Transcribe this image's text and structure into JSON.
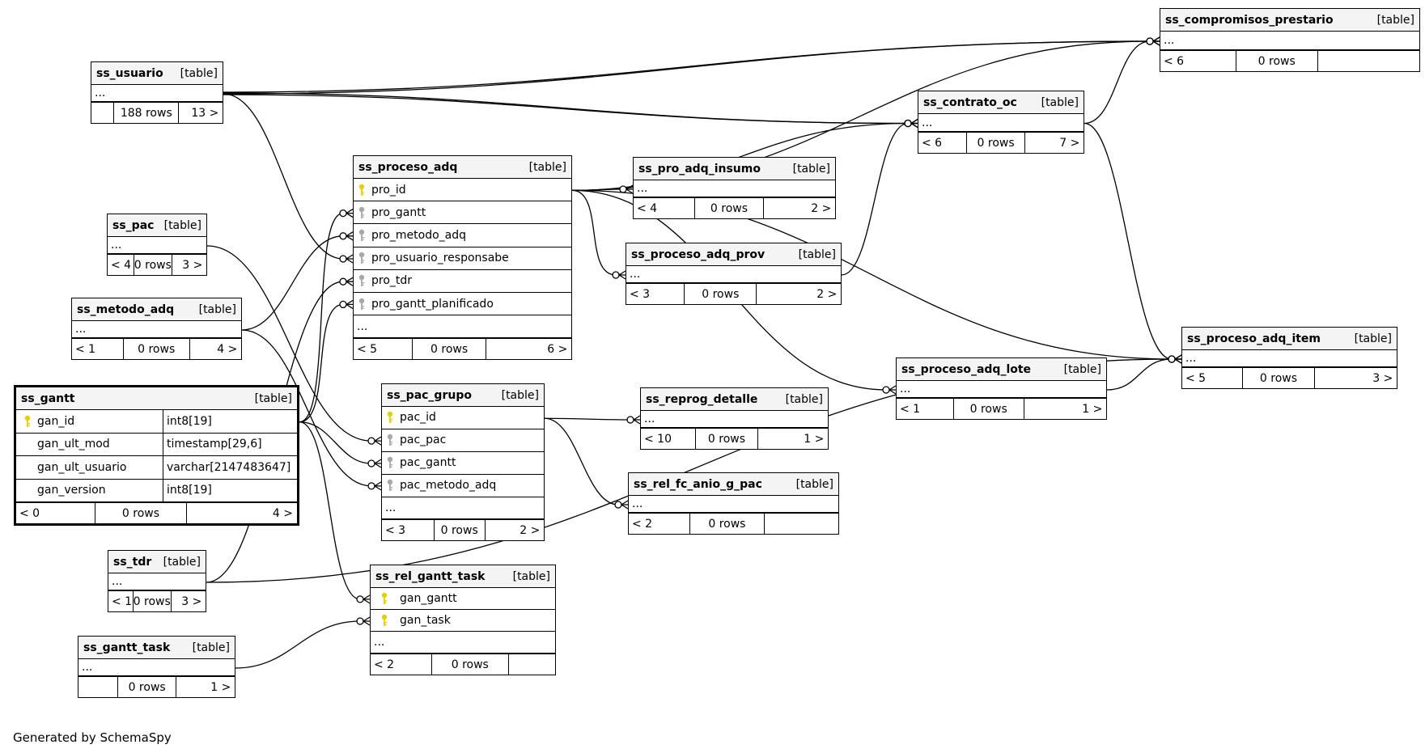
{
  "footer": "Generated by SchemaSpy",
  "table_tag": "[table]",
  "tables": [
    {
      "name": "ss_compromisos_prestario",
      "rows": [
        {
          "text": "..."
        }
      ],
      "footer": [
        "< 6",
        "0 rows",
        ""
      ]
    },
    {
      "name": "ss_usuario",
      "rows": [
        {
          "text": "..."
        }
      ],
      "footer": [
        "",
        "188 rows",
        "13 >"
      ]
    },
    {
      "name": "ss_contrato_oc",
      "rows": [
        {
          "text": "..."
        }
      ],
      "footer": [
        "< 6",
        "0 rows",
        "7 >"
      ]
    },
    {
      "name": "ss_proceso_adq",
      "rows": [
        {
          "text": "pro_id",
          "key": "primary"
        },
        {
          "text": "pro_gantt",
          "key": "foreign"
        },
        {
          "text": "pro_metodo_adq",
          "key": "foreign"
        },
        {
          "text": "pro_usuario_responsabe",
          "key": "foreign"
        },
        {
          "text": "pro_tdr",
          "key": "foreign"
        },
        {
          "text": "pro_gantt_planificado",
          "key": "foreign"
        },
        {
          "text": "..."
        }
      ],
      "footer": [
        "< 5",
        "0 rows",
        "6 >"
      ]
    },
    {
      "name": "ss_pro_adq_insumo",
      "rows": [
        {
          "text": "..."
        }
      ],
      "footer": [
        "< 4",
        "0 rows",
        "2 >"
      ]
    },
    {
      "name": "ss_pac",
      "rows": [
        {
          "text": "..."
        }
      ],
      "footer": [
        "< 4",
        "0 rows",
        "3 >"
      ]
    },
    {
      "name": "ss_proceso_adq_prov",
      "rows": [
        {
          "text": "..."
        }
      ],
      "footer": [
        "< 3",
        "0 rows",
        "2 >"
      ]
    },
    {
      "name": "ss_metodo_adq",
      "rows": [
        {
          "text": "..."
        }
      ],
      "footer": [
        "< 1",
        "0 rows",
        "4 >"
      ]
    },
    {
      "name": "ss_proceso_adq_item",
      "rows": [
        {
          "text": "..."
        }
      ],
      "footer": [
        "< 5",
        "0 rows",
        "3 >"
      ]
    },
    {
      "name": "ss_proceso_adq_lote",
      "rows": [
        {
          "text": "..."
        }
      ],
      "footer": [
        "< 1",
        "0 rows",
        "1 >"
      ]
    },
    {
      "name": "ss_gantt",
      "focus": true,
      "rows": [
        {
          "text": "gan_id",
          "type": "int8[19]",
          "key": "primary"
        },
        {
          "text": "gan_ult_mod",
          "type": "timestamp[29,6]"
        },
        {
          "text": "gan_ult_usuario",
          "type": "varchar[2147483647]"
        },
        {
          "text": "gan_version",
          "type": "int8[19]"
        }
      ],
      "footer": [
        "< 0",
        "0 rows",
        "4 >"
      ]
    },
    {
      "name": "ss_pac_grupo",
      "rows": [
        {
          "text": "pac_id",
          "key": "primary"
        },
        {
          "text": "pac_pac",
          "key": "foreign"
        },
        {
          "text": "pac_gantt",
          "key": "foreign"
        },
        {
          "text": "pac_metodo_adq",
          "key": "foreign"
        },
        {
          "text": "..."
        }
      ],
      "footer": [
        "< 3",
        "0 rows",
        "2 >"
      ]
    },
    {
      "name": "ss_reprog_detalle",
      "rows": [
        {
          "text": "..."
        }
      ],
      "footer": [
        "< 10",
        "0 rows",
        "1 >"
      ]
    },
    {
      "name": "ss_rel_fc_anio_g_pac",
      "rows": [
        {
          "text": "..."
        }
      ],
      "footer": [
        "< 2",
        "0 rows",
        ""
      ]
    },
    {
      "name": "ss_tdr",
      "rows": [
        {
          "text": "..."
        }
      ],
      "footer": [
        "< 1",
        "0 rows",
        "3 >"
      ]
    },
    {
      "name": "ss_rel_gantt_task",
      "rows": [
        {
          "text": "gan_gantt",
          "key": "primary"
        },
        {
          "text": "gan_task",
          "key": "primary"
        },
        {
          "text": "..."
        }
      ],
      "footer": [
        "< 2",
        "0 rows",
        ""
      ]
    },
    {
      "name": "ss_gantt_task",
      "rows": [
        {
          "text": "..."
        }
      ],
      "footer": [
        "",
        "0 rows",
        "1 >"
      ]
    }
  ],
  "relationships": [
    {
      "from": "ss_usuario",
      "to": "ss_compromisos_prestario"
    },
    {
      "from": "ss_usuario",
      "to": "ss_compromisos_prestario"
    },
    {
      "from": "ss_usuario",
      "to": "ss_contrato_oc"
    },
    {
      "from": "ss_usuario",
      "to": "ss_contrato_oc"
    },
    {
      "from": "ss_usuario",
      "to": "ss_proceso_adq.pro_usuario_responsabe"
    },
    {
      "from": "ss_proceso_adq.pro_id",
      "to": "ss_compromisos_prestario"
    },
    {
      "from": "ss_proceso_adq.pro_id",
      "to": "ss_contrato_oc"
    },
    {
      "from": "ss_proceso_adq.pro_id",
      "to": "ss_pro_adq_insumo"
    },
    {
      "from": "ss_proceso_adq.pro_id",
      "to": "ss_proceso_adq_prov"
    },
    {
      "from": "ss_proceso_adq.pro_id",
      "to": "ss_proceso_adq_item"
    },
    {
      "from": "ss_proceso_adq.pro_id",
      "to": "ss_proceso_adq_lote"
    },
    {
      "from": "ss_contrato_oc",
      "to": "ss_compromisos_prestario"
    },
    {
      "from": "ss_contrato_oc",
      "to": "ss_proceso_adq_item"
    },
    {
      "from": "ss_proceso_adq_prov",
      "to": "ss_contrato_oc"
    },
    {
      "from": "ss_proceso_adq_lote",
      "to": "ss_proceso_adq_item"
    },
    {
      "from": "ss_pac",
      "to": "ss_pac_grupo.pac_pac"
    },
    {
      "from": "ss_metodo_adq",
      "to": "ss_proceso_adq.pro_metodo_adq"
    },
    {
      "from": "ss_metodo_adq",
      "to": "ss_pac_grupo.pac_metodo_adq"
    },
    {
      "from": "ss_gantt.gan_id",
      "to": "ss_proceso_adq.pro_gantt"
    },
    {
      "from": "ss_gantt.gan_id",
      "to": "ss_proceso_adq.pro_gantt_planificado"
    },
    {
      "from": "ss_gantt.gan_id",
      "to": "ss_pac_grupo.pac_gantt"
    },
    {
      "from": "ss_gantt.gan_id",
      "to": "ss_rel_gantt_task.gan_gantt"
    },
    {
      "from": "ss_pac_grupo.pac_id",
      "to": "ss_reprog_detalle"
    },
    {
      "from": "ss_pac_grupo.pac_id",
      "to": "ss_rel_fc_anio_g_pac"
    },
    {
      "from": "ss_tdr",
      "to": "ss_proceso_adq.pro_tdr"
    },
    {
      "from": "ss_tdr",
      "to": "ss_proceso_adq_item"
    },
    {
      "from": "ss_gantt_task",
      "to": "ss_rel_gantt_task.gan_task"
    }
  ]
}
